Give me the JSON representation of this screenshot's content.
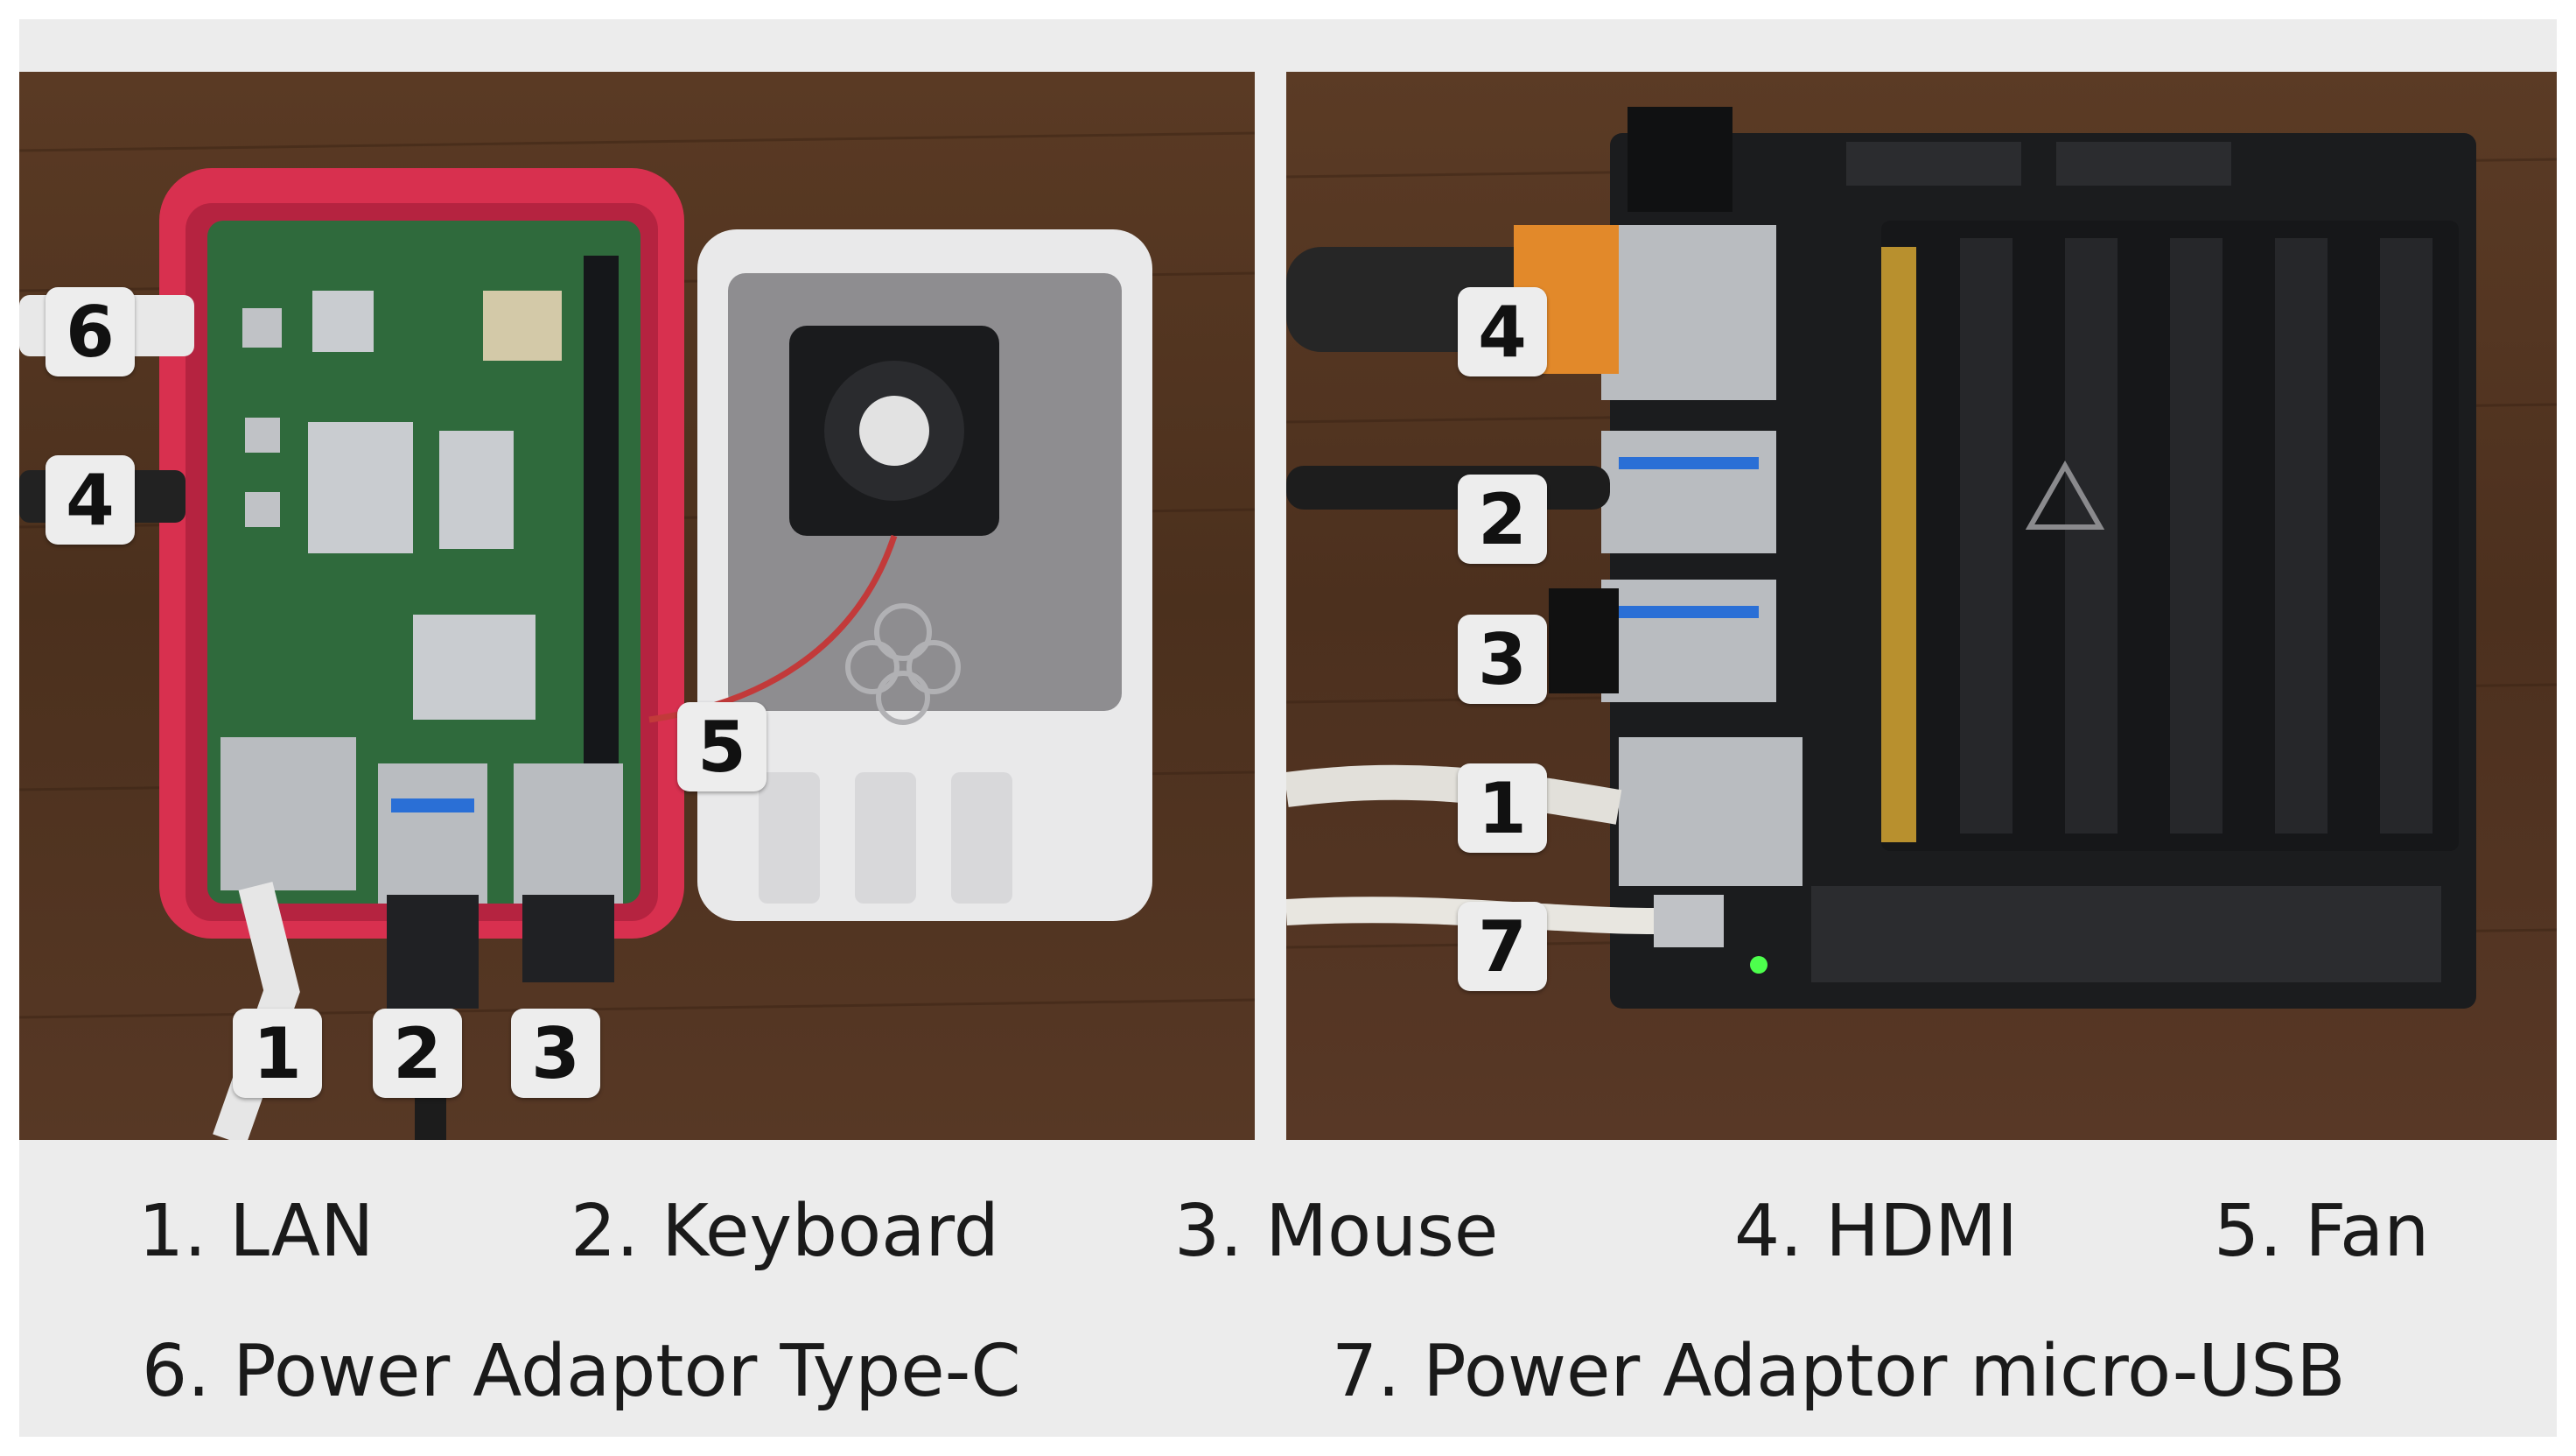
{
  "callouts": {
    "left": [
      "6",
      "4",
      "5",
      "1",
      "2",
      "3"
    ],
    "right": [
      "4",
      "2",
      "3",
      "1",
      "7"
    ]
  },
  "legend": {
    "row1": [
      "1. LAN",
      "2. Keyboard",
      "3. Mouse",
      "4. HDMI",
      "5. Fan"
    ],
    "row2": [
      "6. Power Adaptor Type-C",
      "7. Power Adaptor micro-USB"
    ]
  },
  "colors": {
    "wood": "#4e3320",
    "case_red": "#d8304f",
    "case_white": "#e9e9ea",
    "pcb_green": "#2f6a3c",
    "pcb_dark": "#1b1c1e",
    "heatsink": "#161719",
    "metal": "#b9bcc0",
    "usb3_blue": "#2a6fd6",
    "callout_bg": "#ededed",
    "legend_bg": "#ececec"
  }
}
